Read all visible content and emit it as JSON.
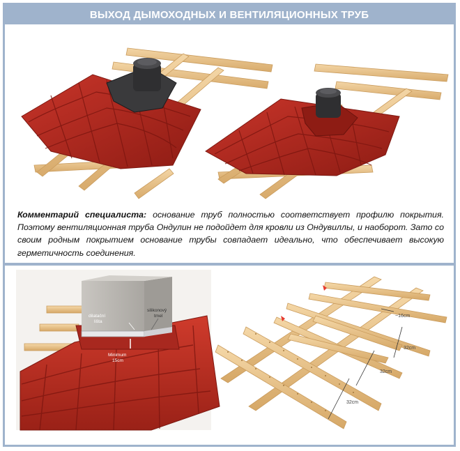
{
  "header": {
    "title": "ВЫХОД ДЫМОХОДНЫХ И ВЕНТИЛЯЦИОННЫХ ТРУБ"
  },
  "comment": {
    "lead": "Комментарий специалиста:",
    "text": " основание труб полностью соответствует профилю покрытия. Поэтому вентиляционная труба Ондулин не подойдет для кровли из Ондувиллы, и наоборот. Зато со своим родным покрытием основание трубы совпадает идеально, что обеспечивает высокую герметичность соединения."
  },
  "chimney_labels": {
    "dilatation": [
      "dilatační",
      "lišta"
    ],
    "silicone": [
      "silikonový",
      "tmel"
    ],
    "minimum": [
      "Minimum",
      "15cm"
    ]
  },
  "batten_labels": {
    "d1": "~16cm",
    "d2": "32cm",
    "d3": "32cm",
    "d4": "32cm"
  },
  "colors": {
    "accent": "#9fb3cc",
    "tile": "#b8281d",
    "tile_dark": "#8e1c14",
    "wood": "#e9c48c",
    "wood_dark": "#c99b5c",
    "pipe": "#2f2f31"
  }
}
